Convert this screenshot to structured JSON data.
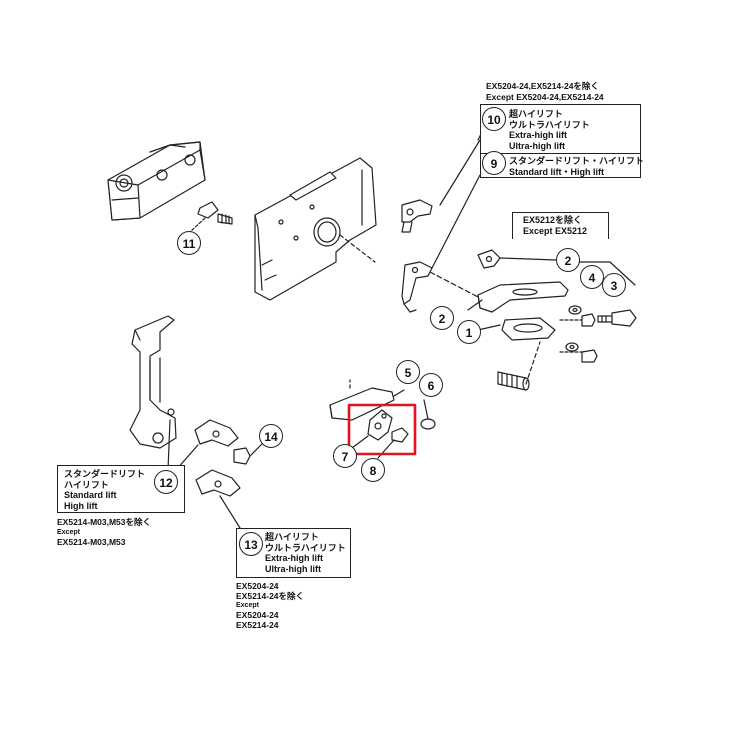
{
  "callouts": {
    "c1": "1",
    "c2a": "2",
    "c2b": "2",
    "c3": "3",
    "c4": "4",
    "c5": "5",
    "c6": "6",
    "c7": "7",
    "c8": "8",
    "c9": "9",
    "c10": "10",
    "c11": "11",
    "c12": "12",
    "c13": "13",
    "c14": "14"
  },
  "top_note": {
    "line1": "EX5204-24,EX5214-24を除く",
    "line2": "Except EX5204-24,EX5214-24"
  },
  "box10": {
    "jp1": "超ハイリフト",
    "jp2": "ウルトラハイリフト",
    "en1": "Extra-high lift",
    "en2": "Ultra-high lift"
  },
  "box9": {
    "jp": "スタンダードリフト・ハイリフト",
    "en": "Standard lift・High lift"
  },
  "box_ex5212": {
    "jp": "EX5212を除く",
    "en": "Except EX5212"
  },
  "box12": {
    "jp1": "スタンダードリフト",
    "jp2": "ハイリフト",
    "en1": "Standard lift",
    "en2": "High lift"
  },
  "note12": {
    "line1": "EX5214-M03,M53を除く",
    "line2": "Except",
    "line3": "EX5214-M03,M53"
  },
  "box13": {
    "jp1": "超ハイリフト",
    "jp2": "ウルトラハイリフト",
    "en1": "Extra-high lift",
    "en2": "Ultra-high lift"
  },
  "note13": {
    "line1": "EX5204-24",
    "line2": "EX5214-24を除く",
    "line3": "Except",
    "line4": "EX5204-24",
    "line5": "EX5214-24"
  },
  "colors": {
    "highlight": "#e0141e",
    "ink": "#222222"
  }
}
